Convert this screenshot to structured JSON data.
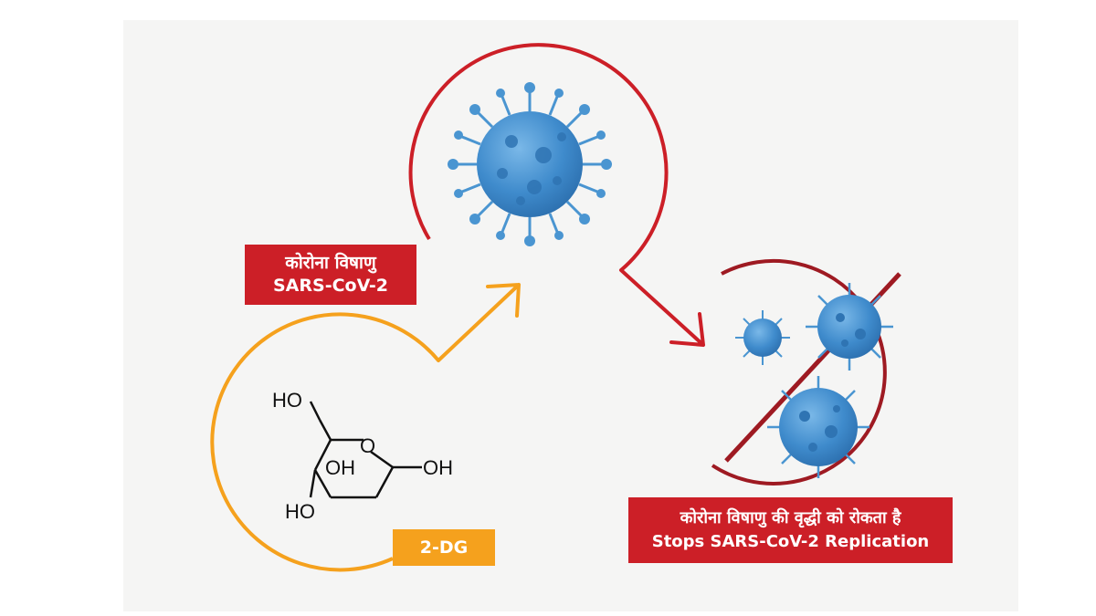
{
  "labels": {
    "virus_hindi": "कोरोना विषाणु",
    "virus_name": "SARS-CoV-2",
    "stop_hindi": "कोरोना विषाणु की वृद्धी को रोकता है",
    "stop_english": "Stops SARS-CoV-2 Replication",
    "drug_name": "2-DG"
  },
  "molecule": {
    "groups": [
      "HO",
      "O",
      "OH",
      "OH",
      "HO"
    ]
  },
  "colors": {
    "red": "#cc1f27",
    "orange": "#f5a11d",
    "virus_blue": "#4a95d1",
    "background": "#f5f5f4"
  },
  "icons": [
    "virus-icon",
    "prohibition-icon",
    "arrow-icon"
  ]
}
